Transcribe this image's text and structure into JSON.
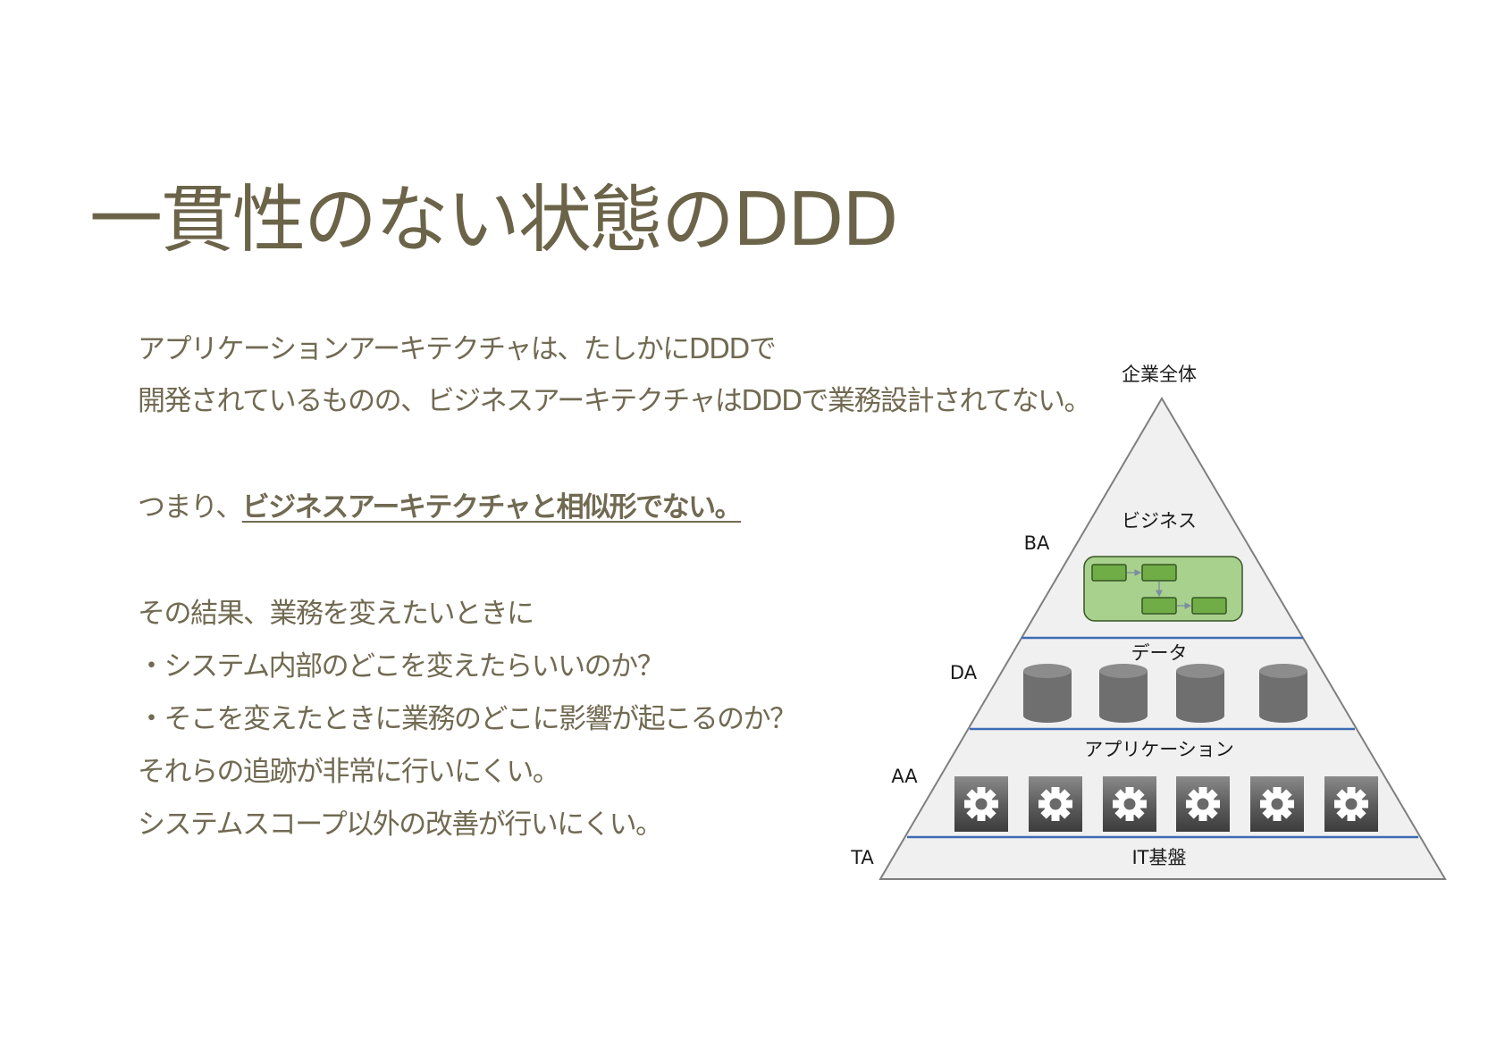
{
  "title": "一貫性のない状態のDDD",
  "body": {
    "line1": "アプリケーションアーキテクチャは、たしかにDDDで",
    "line2": "開発されているものの、ビジネスアーキテクチャはDDDで業務設計されてない。",
    "line3_prefix": "つまり、",
    "line3_emphasis": "ビジネスアーキテクチャと相似形でない。",
    "line4": "その結果、業務を変えたいときに",
    "line5": "・システム内部のどこを変えたらいいのか？",
    "line6": "・そこを変えたときに業務のどこに影響が起こるのか？",
    "line7": "それらの追跡が非常に行いにくい。",
    "line8": "システムスコープ以外の改善が行いにくい。"
  },
  "pyramid": {
    "top_label": "企業全体",
    "layers": [
      {
        "abbr": "BA",
        "label": "ビジネス",
        "icon": "process-flow-icon"
      },
      {
        "abbr": "DA",
        "label": "データ",
        "icon": "database-icon"
      },
      {
        "abbr": "AA",
        "label": "アプリケーション",
        "icon": "gear-icon"
      },
      {
        "abbr": "TA",
        "label": "IT基盤",
        "icon": ""
      }
    ],
    "database_count": 4,
    "gear_count": 6,
    "colors": {
      "fill": "#f0f0f0",
      "outline": "#7f7f7f",
      "divider": "#3e6cb4",
      "process_box_fill": "#a9d18e",
      "process_step_fill": "#70ad47",
      "process_step_outline": "#375623",
      "database": "#6f6f6f",
      "gear_tile": "#5e5e5e"
    }
  }
}
